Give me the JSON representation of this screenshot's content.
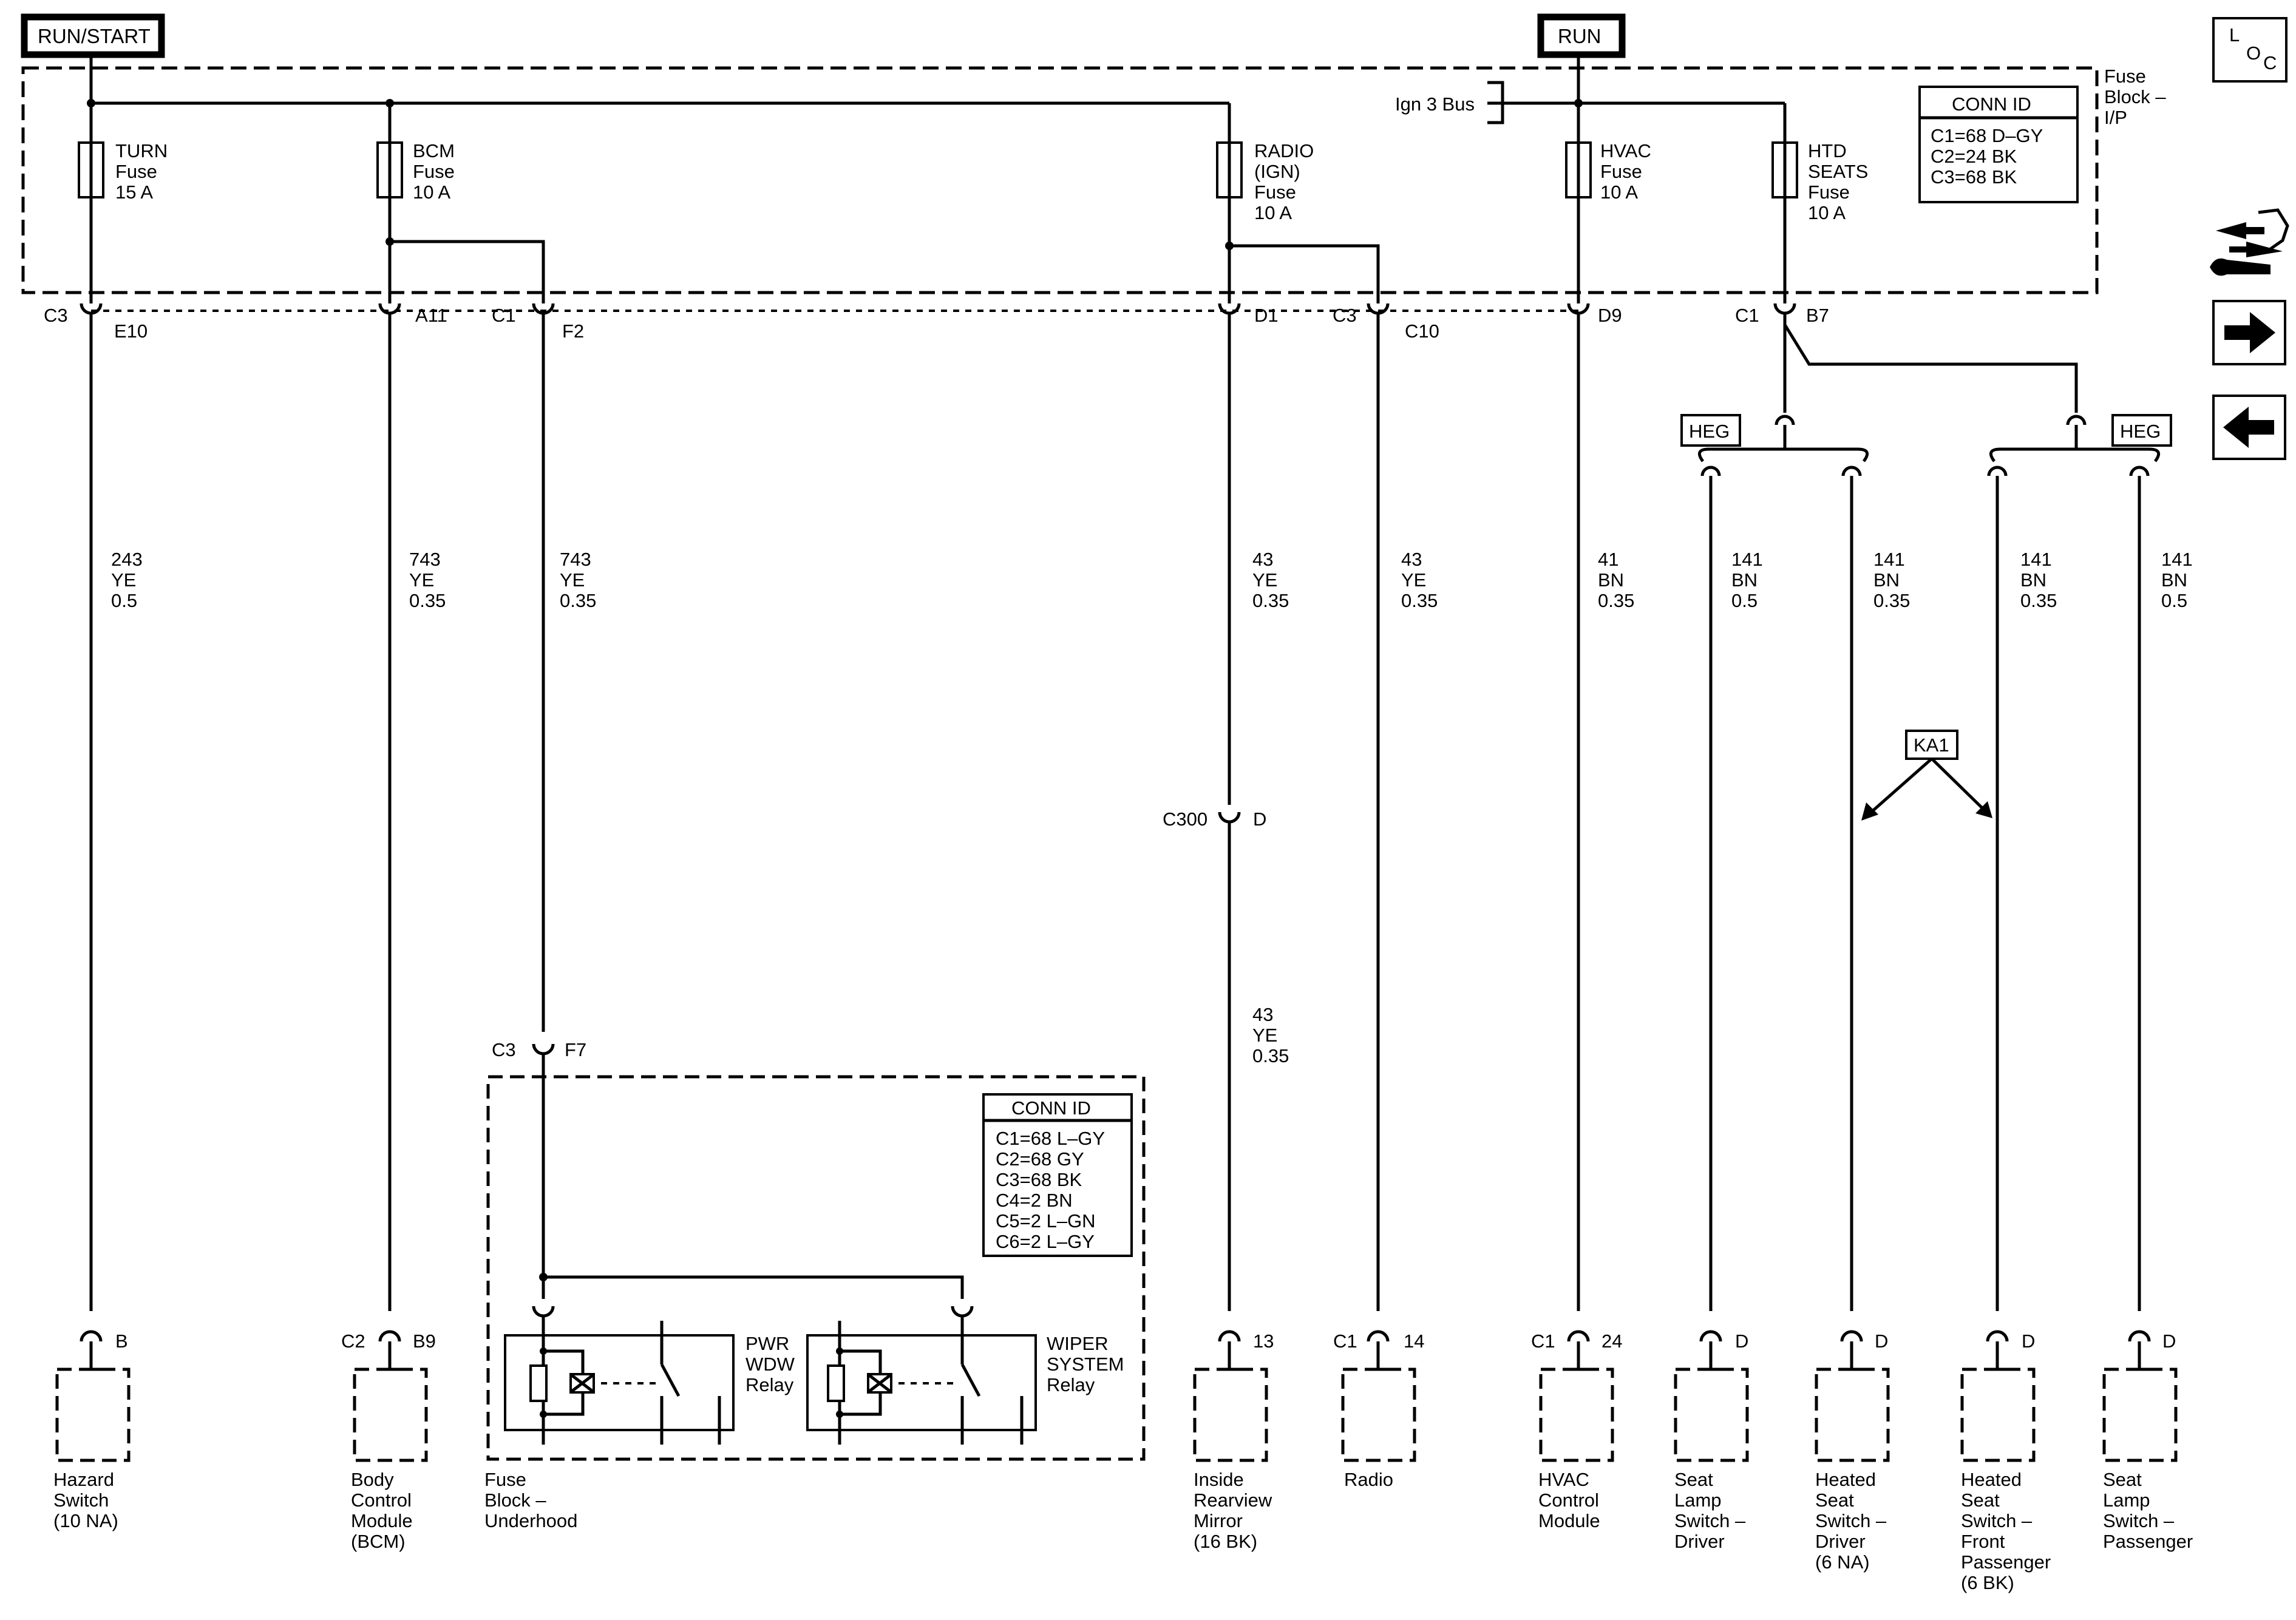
{
  "power": {
    "run_start": "RUN/START",
    "run": "RUN",
    "ign3": "Ign 3 Bus"
  },
  "fuse_block": {
    "name_lines": [
      "Fuse",
      "Block –",
      "I/P"
    ]
  },
  "conn_ip": {
    "title": "CONN ID",
    "lines": [
      "C1=68 D–GY",
      "C2=24 BK",
      "C3=68 BK"
    ]
  },
  "conn_uh": {
    "title": "CONN ID",
    "lines": [
      "C1=68 L–GY",
      "C2=68 GY",
      "C3=68 BK",
      "C4=2 BN",
      "C5=2 L–GN",
      "C6=2 L–GY"
    ]
  },
  "fuses": [
    {
      "lines": [
        "TURN",
        "Fuse",
        "15 A"
      ]
    },
    {
      "lines": [
        "BCM",
        "Fuse",
        "10 A"
      ]
    },
    {
      "lines": [
        "RADIO",
        "(IGN)",
        "Fuse",
        "10 A"
      ]
    },
    {
      "lines": [
        "HVAC",
        "Fuse",
        "10 A"
      ]
    },
    {
      "lines": [
        "HTD",
        "SEATS",
        "Fuse",
        "10 A"
      ]
    }
  ],
  "pins_top": [
    {
      "conn": "C3",
      "pin": "E10"
    },
    {
      "conn": "",
      "pin": "A11"
    },
    {
      "conn": "C1",
      "pin": "F2"
    },
    {
      "conn": "",
      "pin": "D1"
    },
    {
      "conn": "C3",
      "pin": "C10"
    },
    {
      "conn": "",
      "pin": "D9"
    },
    {
      "conn": "C1",
      "pin": "B7"
    }
  ],
  "wires": [
    {
      "lines": [
        "243",
        "YE",
        "0.5"
      ]
    },
    {
      "lines": [
        "743",
        "YE",
        "0.35"
      ]
    },
    {
      "lines": [
        "743",
        "YE",
        "0.35"
      ]
    },
    {
      "lines": [
        "43",
        "YE",
        "0.35"
      ]
    },
    {
      "lines": [
        "43",
        "YE",
        "0.35"
      ]
    },
    {
      "lines": [
        "41",
        "BN",
        "0.35"
      ]
    },
    {
      "lines": [
        "141",
        "BN",
        "0.5"
      ]
    },
    {
      "lines": [
        "141",
        "BN",
        "0.35"
      ]
    },
    {
      "lines": [
        "141",
        "BN",
        "0.35"
      ]
    },
    {
      "lines": [
        "141",
        "BN",
        "0.5"
      ]
    }
  ],
  "mirror_lower_wire": {
    "lines": [
      "43",
      "YE",
      "0.35"
    ]
  },
  "inline": {
    "c300": "C300",
    "c300_pin": "D",
    "c3": "C3",
    "f7": "F7"
  },
  "heg": "HEG",
  "ka1": "KA1",
  "relays": [
    {
      "lines": [
        "PWR",
        "WDW",
        "Relay"
      ]
    },
    {
      "lines": [
        "WIPER",
        "SYSTEM",
        "Relay"
      ]
    }
  ],
  "components": [
    {
      "conn": "",
      "pin": "B",
      "lines": [
        "Hazard",
        "Switch",
        "(10 NA)"
      ]
    },
    {
      "conn": "C2",
      "pin": "B9",
      "lines": [
        "Body",
        "Control",
        "Module",
        "(BCM)"
      ]
    },
    {
      "conn": "",
      "pin": "13",
      "lines": [
        "Inside",
        "Rearview",
        "Mirror",
        "(16 BK)"
      ]
    },
    {
      "conn": "C1",
      "pin": "14",
      "lines": [
        "Radio"
      ]
    },
    {
      "conn": "C1",
      "pin": "24",
      "lines": [
        "HVAC",
        "Control",
        "Module"
      ]
    },
    {
      "conn": "",
      "pin": "D",
      "lines": [
        "Seat",
        "Lamp",
        "Switch –",
        "Driver"
      ]
    },
    {
      "conn": "",
      "pin": "D",
      "lines": [
        "Heated",
        "Seat",
        "Switch –",
        "Driver",
        "(6 NA)"
      ]
    },
    {
      "conn": "",
      "pin": "D",
      "lines": [
        "Heated",
        "Seat",
        "Switch –",
        "Front",
        "Passenger",
        "(6 BK)"
      ]
    },
    {
      "conn": "",
      "pin": "D",
      "lines": [
        "Seat",
        "Lamp",
        "Switch –",
        "Passenger"
      ]
    }
  ],
  "underhood": {
    "lines": [
      "Fuse",
      "Block –",
      "Underhood"
    ]
  },
  "loc": {
    "l": "L",
    "o": "O",
    "c": "C"
  },
  "nav_icons": [
    "locator-loc-icon",
    "service-info-wrench-icon",
    "next-arrow-icon",
    "previous-arrow-icon"
  ]
}
